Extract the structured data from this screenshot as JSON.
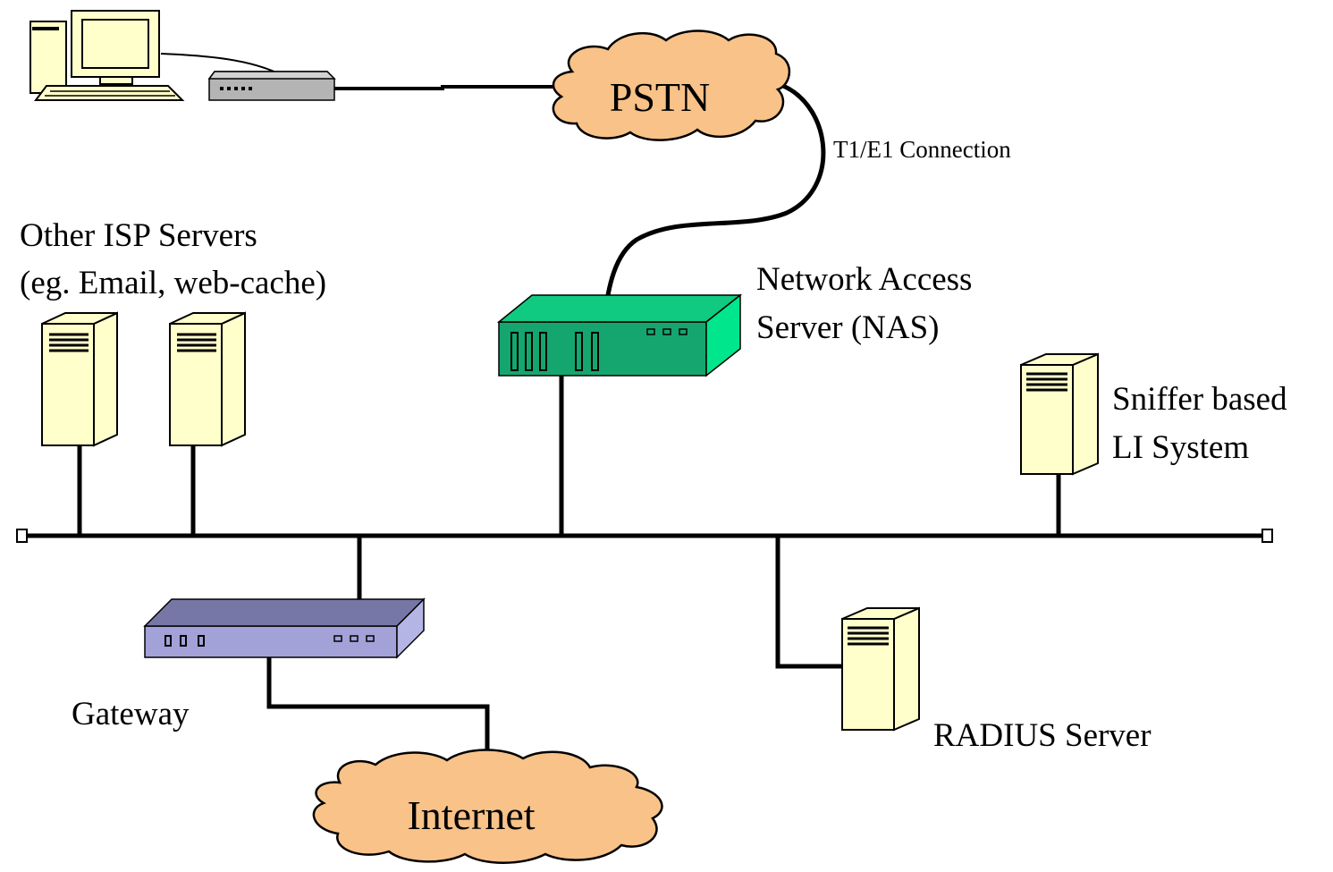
{
  "colors": {
    "cloud": "#f8c288",
    "server_face": "#ffffcc",
    "server_side": "#e6e6aa",
    "nas_front": "#15a66f",
    "nas_top": "#0fca80",
    "nas_side": "#00e68c",
    "gateway_front": "#a2a2d8",
    "gateway_top": "#7777a7",
    "gateway_side": "#b5b5e5",
    "modem": "#b4b4b4",
    "line": "#000000"
  },
  "nodes": {
    "pstn": {
      "label": "PSTN",
      "icon": "cloud-icon"
    },
    "internet": {
      "label": "Internet",
      "icon": "cloud-icon"
    },
    "pc": {
      "icon": "desktop-computer-icon"
    },
    "modem": {
      "icon": "modem-icon"
    },
    "nas": {
      "label_line1": "Network Access",
      "label_line2": "Server (NAS)",
      "icon": "nas-device-icon"
    },
    "gateway": {
      "label": "Gateway",
      "icon": "gateway-router-icon"
    },
    "isp_servers": {
      "label_line1": "Other ISP Servers",
      "label_line2": "(eg. Email, web-cache)",
      "icon": "server-tower-icon"
    },
    "sniffer": {
      "label_line1": "Sniffer based",
      "label_line2": "LI System",
      "icon": "server-tower-icon"
    },
    "radius": {
      "label": "RADIUS Server",
      "icon": "server-tower-icon"
    }
  },
  "links": {
    "t1e1": {
      "label": "T1/E1 Connection"
    }
  }
}
